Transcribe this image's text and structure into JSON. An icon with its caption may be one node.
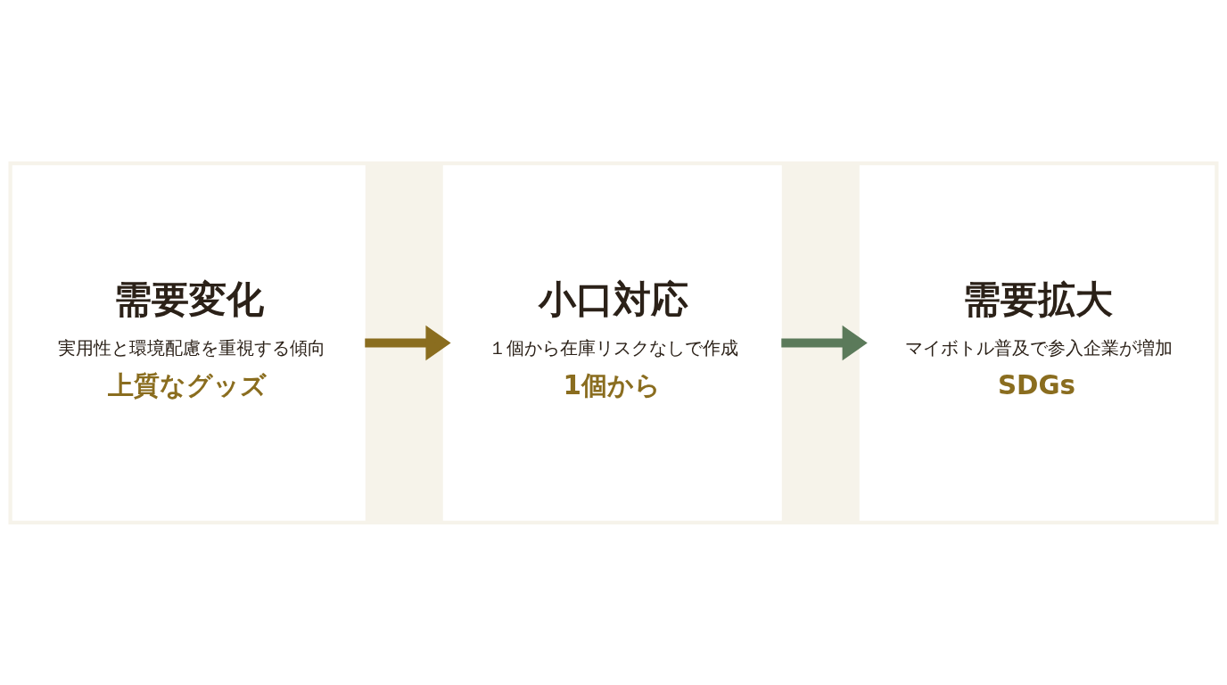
{
  "diagram": {
    "nodes": [
      {
        "text": [
          "需要変化",
          "実用性と環境配慮を重視する傾向",
          "上質なグッズ"
        ]
      },
      {
        "text": [
          "小口対応",
          "１個から在庫リスクなしで作成",
          "1個から"
        ]
      },
      {
        "text": [
          "需要拡大",
          "マイボトル普及で参入企業が増加",
          "SDGs"
        ]
      }
    ],
    "edges": [
      {
        "from": 0,
        "to": 1,
        "arrow": "to",
        "color": "#8a6d1f"
      },
      {
        "from": 1,
        "to": 2,
        "arrow": "to",
        "color": "#5b7a5a"
      }
    ]
  }
}
